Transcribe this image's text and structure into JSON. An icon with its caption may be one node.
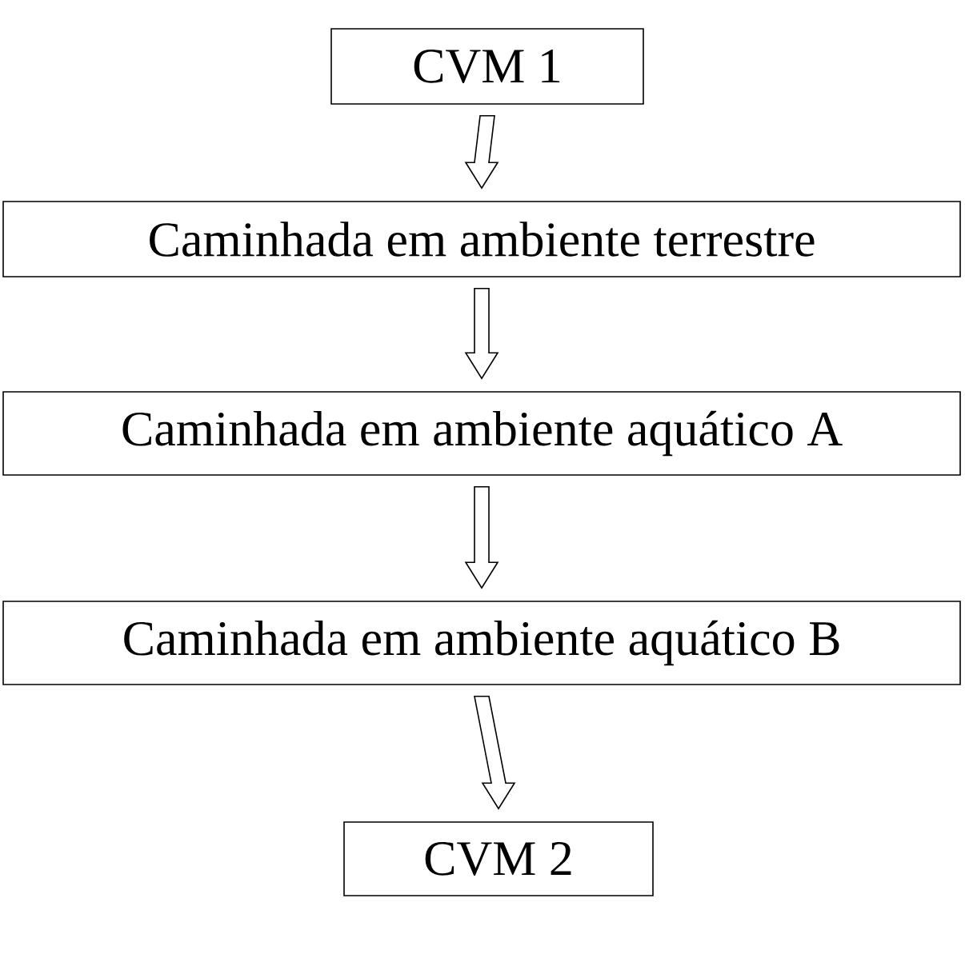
{
  "diagram": {
    "nodes": [
      {
        "text": [
          "CVM 1"
        ]
      },
      {
        "text": [
          "Caminhada em ambiente terrestre"
        ]
      },
      {
        "text": [
          "Caminhada em ambiente aquático A"
        ]
      },
      {
        "text": [
          "Caminhada em ambiente aquático B"
        ]
      },
      {
        "text": [
          "CVM 2"
        ]
      }
    ],
    "edges": [
      {
        "from": 0,
        "to": 1,
        "arrow": "to"
      },
      {
        "from": 1,
        "to": 2,
        "arrow": "to"
      },
      {
        "from": 2,
        "to": 3,
        "arrow": "to"
      },
      {
        "from": 3,
        "to": 4,
        "arrow": "to"
      }
    ]
  }
}
